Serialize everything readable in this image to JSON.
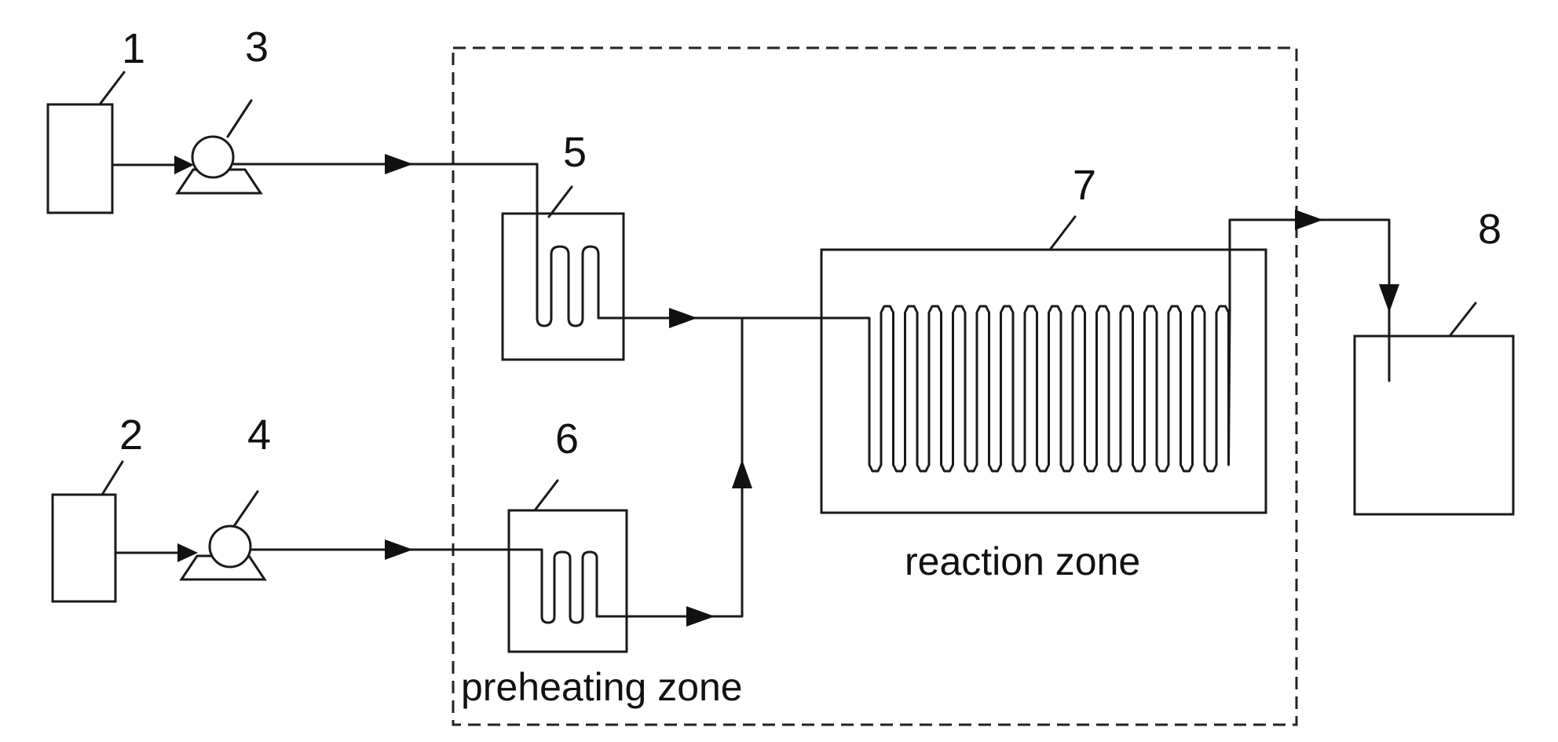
{
  "labels": {
    "tank1": "1",
    "tank2": "2",
    "pump3": "3",
    "pump4": "4",
    "preheater5": "5",
    "preheater6": "6",
    "reactor7": "7",
    "collector8": "8"
  },
  "zones": {
    "reaction": "reaction zone",
    "preheating": "preheating zone"
  },
  "colors": {
    "line": "#1a1a1a",
    "background": "#ffffff"
  }
}
